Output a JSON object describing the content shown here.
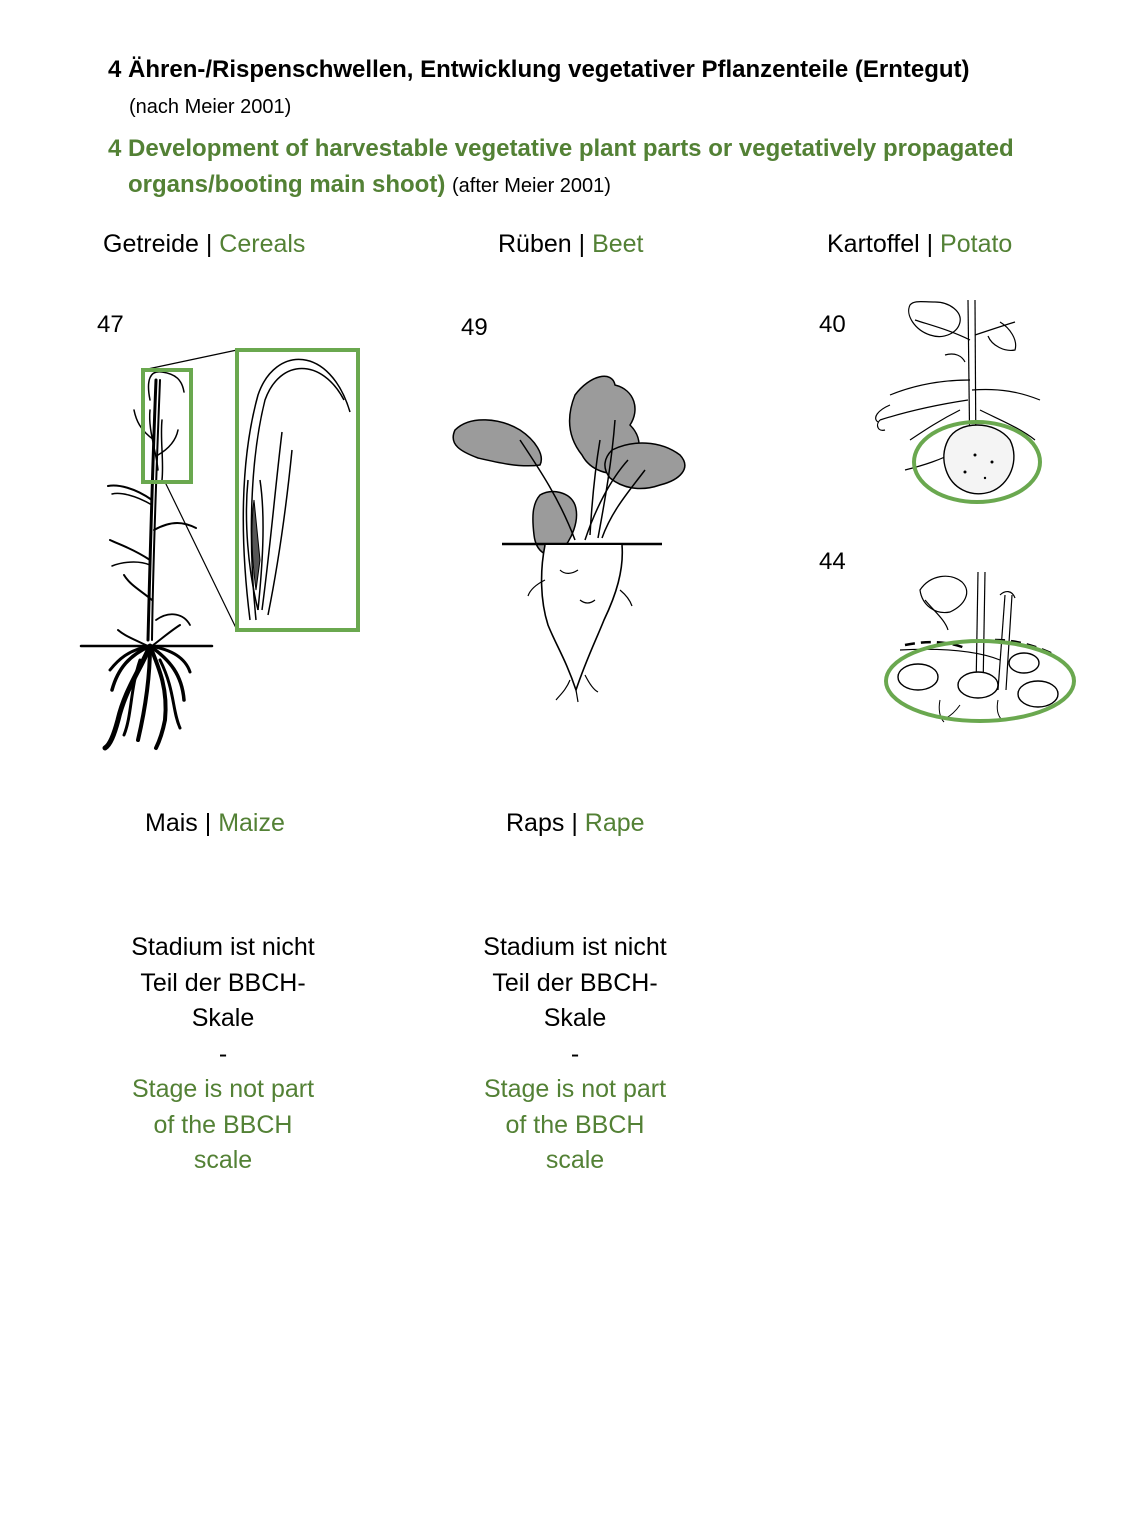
{
  "header": {
    "title_de": "4 Ähren-/Rispenschwellen, Entwicklung vegetativer Pflanzenteile (Erntegut)",
    "source_de": "(nach Meier 2001)",
    "title_en_line1": "4 Development of harvestable vegetative plant parts or vegetatively propagated",
    "title_en_line2": "organs/booting main shoot)",
    "source_en": "(after Meier 2001)"
  },
  "crops": {
    "cereals": {
      "de": "Getreide",
      "sep": " | ",
      "en": "Cereals",
      "stages": [
        "47"
      ]
    },
    "beet": {
      "de": "Rüben",
      "sep": " | ",
      "en": "Beet",
      "stages": [
        "49"
      ]
    },
    "potato": {
      "de": "Kartoffel",
      "sep": " | ",
      "en": "Potato",
      "stages": [
        "40",
        "44"
      ]
    },
    "maize": {
      "de": "Mais",
      "sep": " | ",
      "en": "Maize",
      "note_de_1": "Stadium ist nicht",
      "note_de_2": "Teil der BBCH-",
      "note_de_3": "Skale",
      "dash": "-",
      "note_en_1": "Stage is not part",
      "note_en_2": "of the BBCH",
      "note_en_3": "scale"
    },
    "rape": {
      "de": "Raps",
      "sep": " | ",
      "en": "Rape",
      "note_de_1": "Stadium ist nicht",
      "note_de_2": "Teil der BBCH-",
      "note_de_3": "Skale",
      "dash": "-",
      "note_en_1": "Stage is not part",
      "note_en_2": "of the BBCH",
      "note_en_3": "scale"
    }
  },
  "colors": {
    "accent_green": "#538135",
    "highlight_green": "#6aa84f",
    "text": "#000000"
  }
}
